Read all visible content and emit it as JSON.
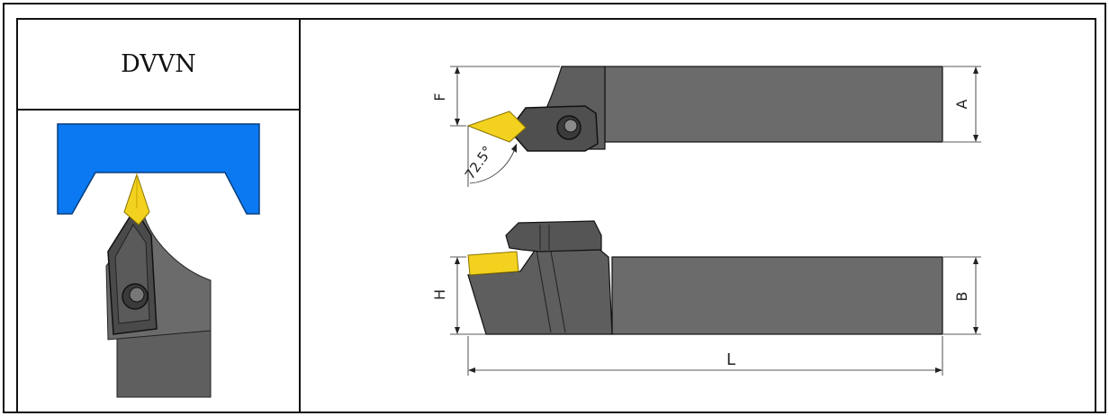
{
  "table": {
    "code": "DVVN"
  },
  "drawing": {
    "labels": {
      "F": "F",
      "A": "A",
      "angle": "72.5°",
      "H": "H",
      "B": "B",
      "L": "L"
    }
  },
  "colors": {
    "workpiece": "#0a79f2",
    "insert": "#f2d21e",
    "shank": "#6b6b6b",
    "dark_body": "#4a4a4a",
    "line": "#111111"
  }
}
